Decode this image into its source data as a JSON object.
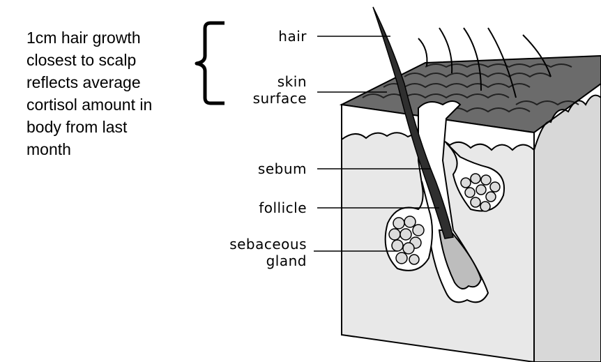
{
  "caption": "1cm hair growth\nclosest to scalp\nreflects average\ncortisol amount in\nbody from last\nmonth",
  "labels": {
    "hair": "hair",
    "skin_surface": "skin\nsurface",
    "sebum": "sebum",
    "follicle": "follicle",
    "sebaceous_gland": "sebaceous\ngland"
  },
  "colors": {
    "skin_surface": "#6b6b6b",
    "dermis": "#e6e6e6",
    "hair": "#2f2f2f",
    "outline": "#000000"
  }
}
